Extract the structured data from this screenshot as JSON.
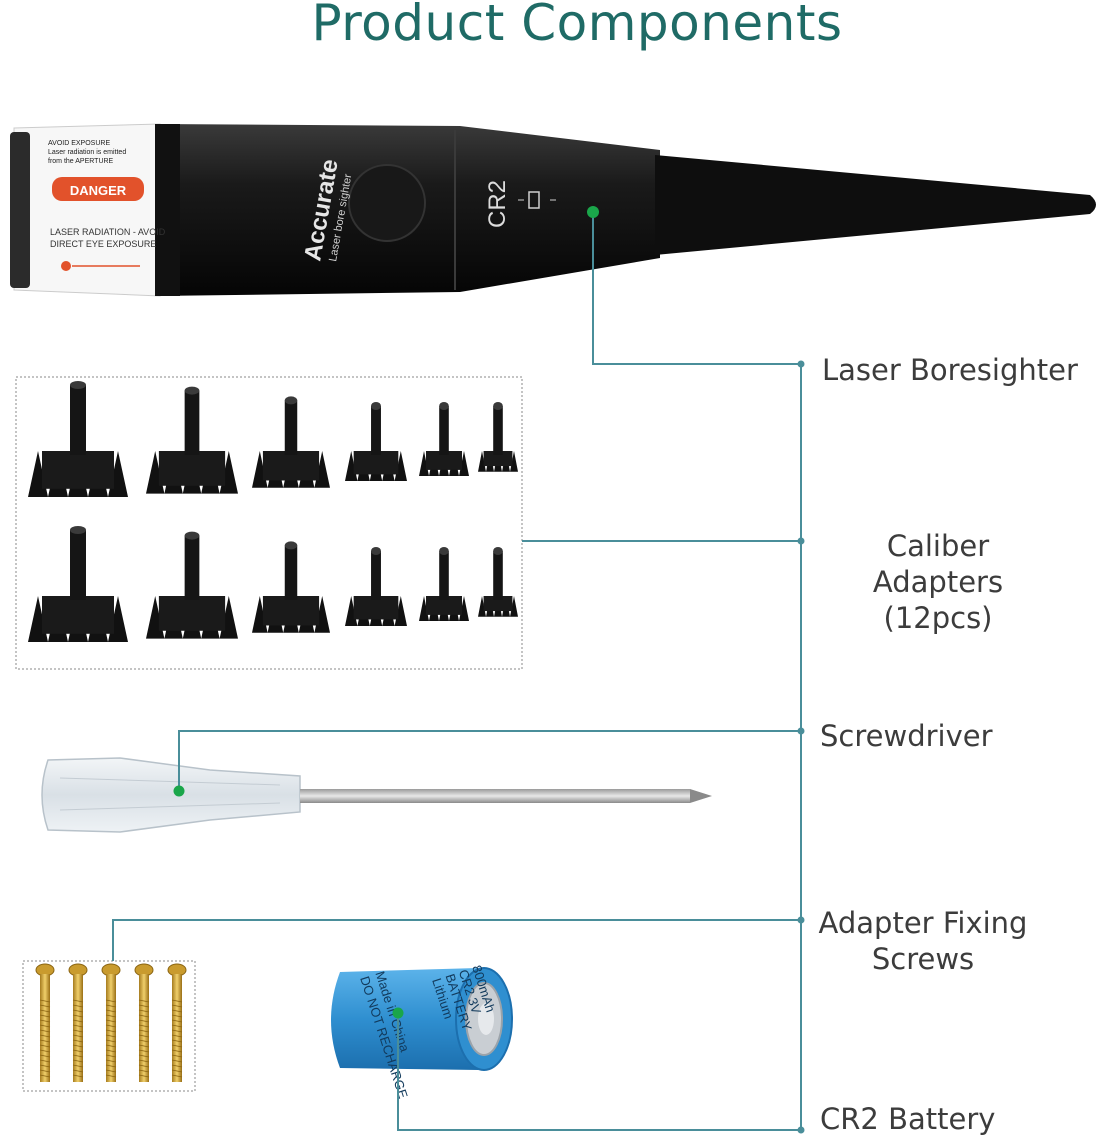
{
  "title": "Product Components",
  "colors": {
    "title": "#1f6b66",
    "connector": "#4a8e9a",
    "marker_dot": "#1aa64a",
    "battery": "#3b9ad8"
  },
  "components": [
    {
      "key": "laser",
      "lines": [
        "Laser Boresighter"
      ]
    },
    {
      "key": "adapters",
      "lines": [
        "Caliber Adapters",
        "(12pcs)"
      ]
    },
    {
      "key": "screwdriver",
      "lines": [
        "Screwdriver"
      ]
    },
    {
      "key": "screws",
      "lines": [
        "Adapter Fixing",
        "Screws"
      ]
    },
    {
      "key": "battery",
      "lines": [
        "CR2 Battery"
      ]
    }
  ],
  "laser_print": {
    "brand": "Accurate",
    "subtitle": "Laser bore sighter",
    "model": "CR2",
    "warning_top": [
      "AVOID EXPOSURE",
      "Laser radiation is emitted",
      "from the APERTURE"
    ],
    "danger": "DANGER",
    "warning_bottom": [
      "LASER RADIATION - AVOID",
      "DIRECT EYE EXPOSURE"
    ]
  },
  "battery_print": {
    "lines": [
      "Lithium",
      "BATTERY",
      "CR2 3V",
      "800mAh"
    ],
    "side_lines": [
      "DO NOT RECHARGE",
      "Made in China"
    ]
  }
}
